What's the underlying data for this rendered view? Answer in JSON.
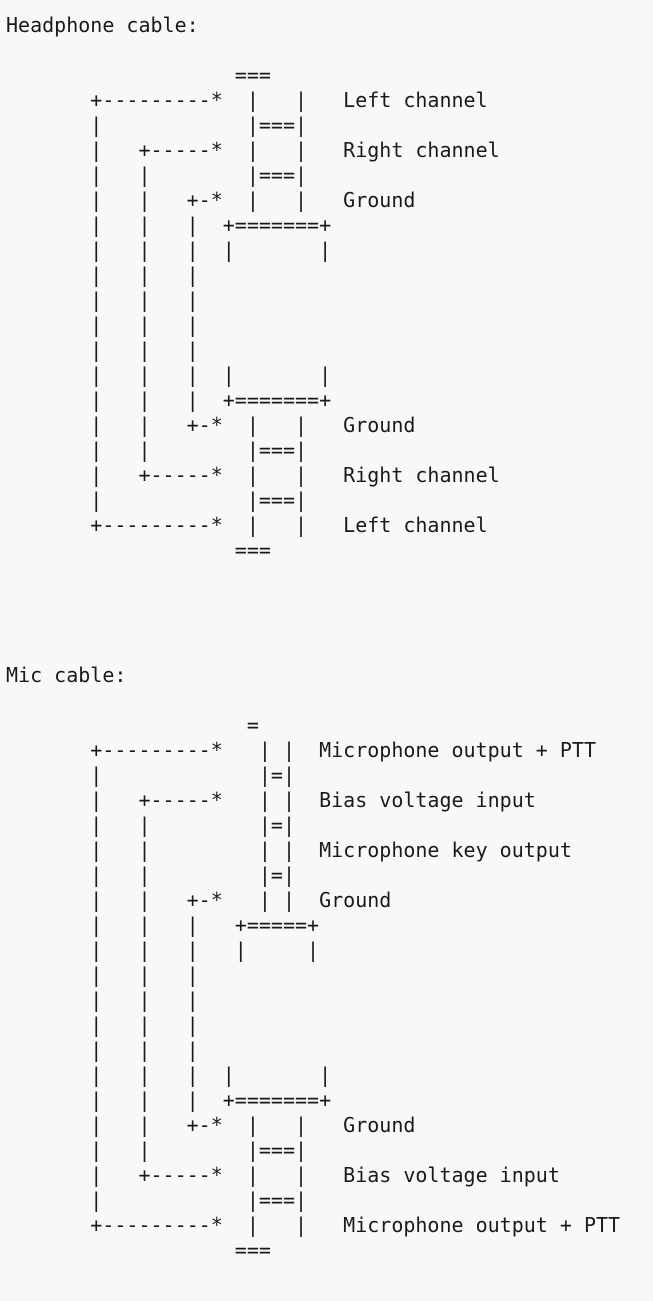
{
  "lines": [
    "Headphone cable:",
    "",
    "                   ===",
    "       +---------*  |   |   Left channel",
    "       |            |===|",
    "       |   +-----*  |   |   Right channel",
    "       |   |        |===|",
    "       |   |   +-*  |   |   Ground",
    "       |   |   |  +=======+",
    "       |   |   |  |       |",
    "       |   |   |",
    "       |   |   |",
    "       |   |   |",
    "       |   |   |",
    "       |   |   |  |       |",
    "       |   |   |  +=======+",
    "       |   |   +-*  |   |   Ground",
    "       |   |        |===|",
    "       |   +-----*  |   |   Right channel",
    "       |            |===|",
    "       +---------*  |   |   Left channel",
    "                   ===",
    "",
    "",
    "",
    "",
    "Mic cable:",
    "",
    "                    =",
    "       +---------*   | |  Microphone output + PTT",
    "       |             |=|",
    "       |   +-----*   | |  Bias voltage input",
    "       |   |         |=|",
    "       |   |         | |  Microphone key output",
    "       |   |         |=|",
    "       |   |   +-*   | |  Ground",
    "       |   |   |   +=====+",
    "       |   |   |   |     |",
    "       |   |   |",
    "       |   |   |",
    "       |   |   |",
    "       |   |   |",
    "       |   |   |  |       |",
    "       |   |   |  +=======+",
    "       |   |   +-*  |   |   Ground",
    "       |   |        |===|",
    "       |   +-----*  |   |   Bias voltage input",
    "       |            |===|",
    "       +---------*  |   |   Microphone output + PTT",
    "                   ==="
  ]
}
